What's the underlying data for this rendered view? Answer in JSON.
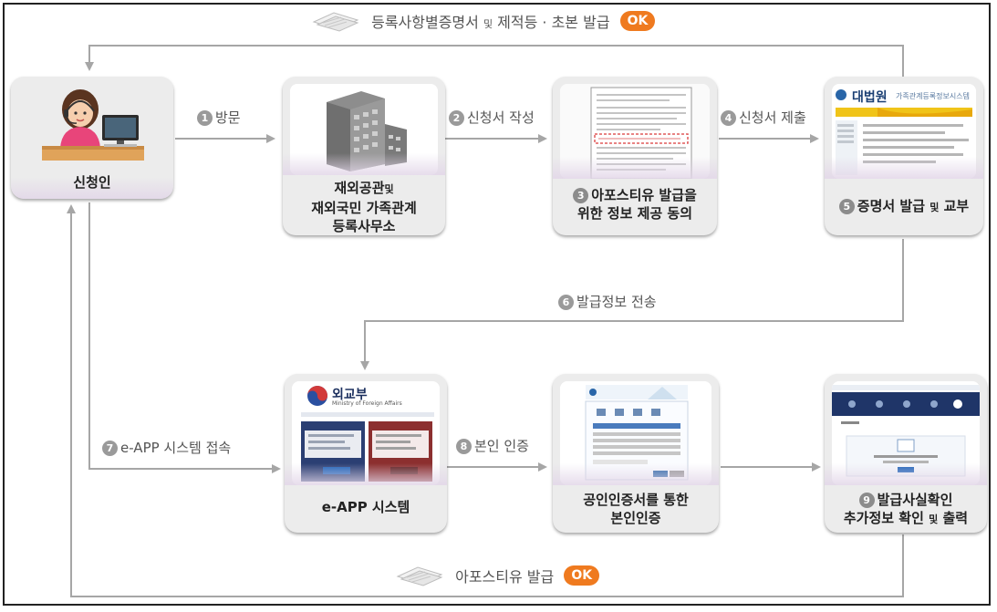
{
  "nodes": {
    "applicant": "신청인",
    "office_line1": "재외공관",
    "office_line1_small": "및",
    "office_line2": "재외국민 가족관계",
    "office_line3": "등록사무소",
    "consent_num": "3",
    "consent_line1": "아포스티유 발급을",
    "consent_line2": "위한 정보 제공 동의",
    "court_num": "5",
    "court_text_a": "증명서 발급",
    "court_text_small": "및",
    "court_text_b": "교부",
    "court_screen_title": "대법원",
    "court_screen_sub": "가족관계등록정보시스템",
    "eapp_label": "e-APP 시스템",
    "mofa_screen_title": "외교부",
    "mofa_screen_sub": "Ministry of Foreign Affairs",
    "cert_line1": "공인인증서를 통한",
    "cert_line2": "본인인증",
    "verify_num": "9",
    "verify_line1": "발급사실확인",
    "verify_line2a": "추가정보 확인",
    "verify_line2_small": "및",
    "verify_line2b": "출력"
  },
  "edges": {
    "visit_num": "1",
    "visit": "방문",
    "write_num": "2",
    "write": "신청서 작성",
    "submit_num": "4",
    "submit": "신청서 제출",
    "transfer_num": "6",
    "transfer": "발급정보 전송",
    "access_num": "7",
    "access": "e-APP 시스템 접속",
    "auth_num": "8",
    "auth": "본인 인증"
  },
  "top_banner": {
    "text_a": "등록사항별증명서",
    "text_small": "및",
    "text_b": "제적등 · 초본 발급",
    "ok": "OK"
  },
  "bottom_banner": {
    "text": "아포스티유 발급",
    "ok": "OK"
  },
  "colors": {
    "arrow": "#a6a6a6",
    "ok_badge": "#ef7a1f",
    "card": "#ececec"
  }
}
